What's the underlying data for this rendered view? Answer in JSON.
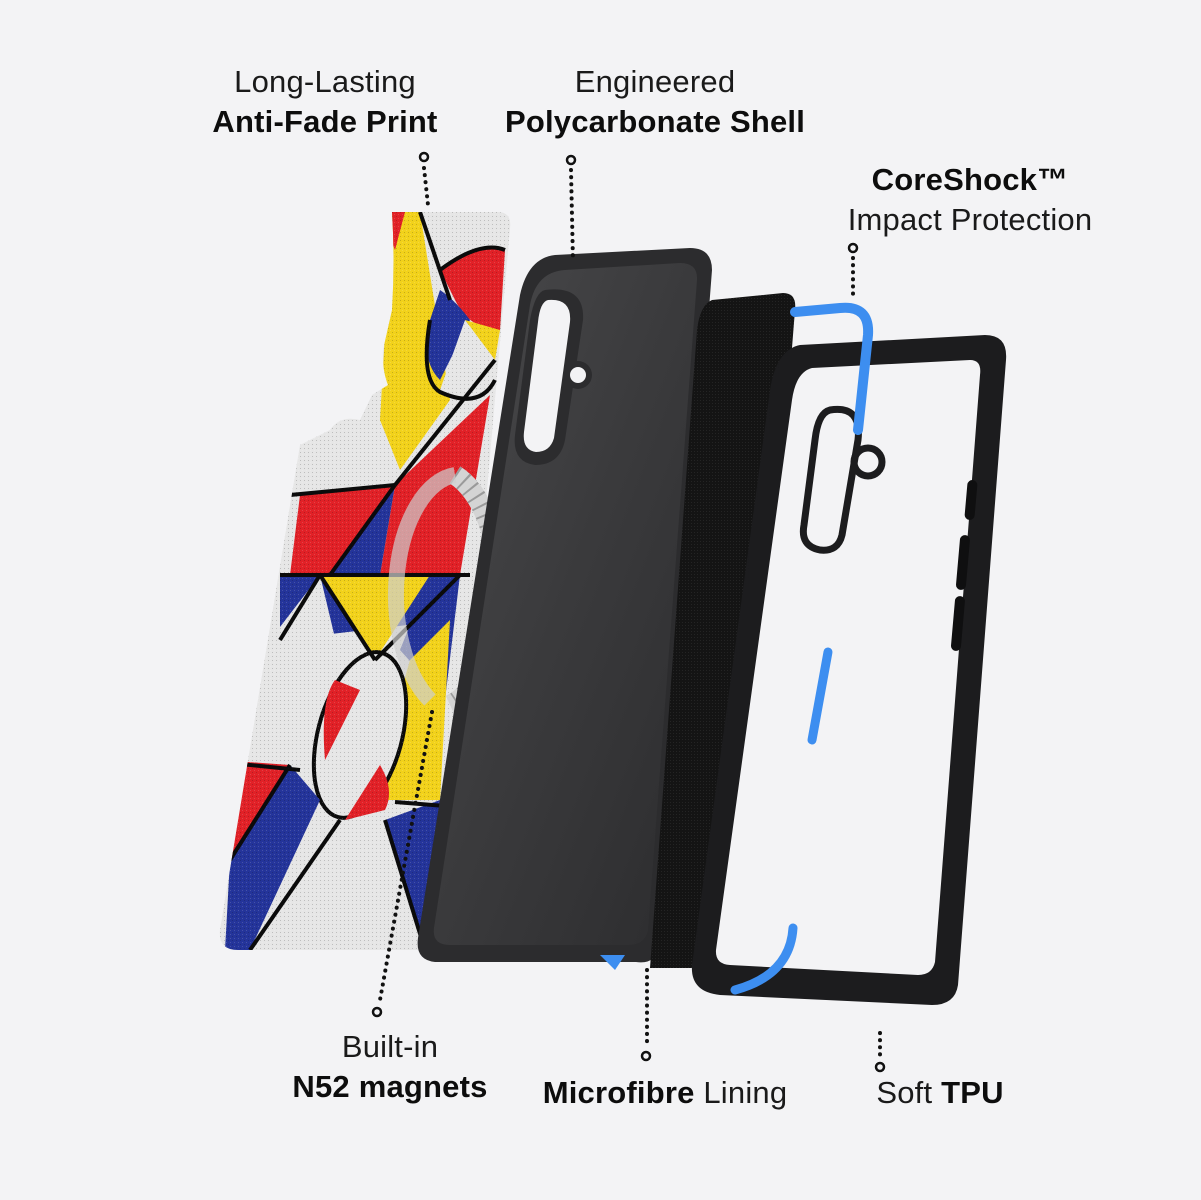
{
  "background_color": "#f3f3f5",
  "colors": {
    "print_red": "#e12127",
    "print_yellow": "#f2d21b",
    "print_blue": "#24349a",
    "print_white": "#e6e6e6",
    "outline": "#0b0b0b",
    "shell_gray": "#3a3a3c",
    "lining_black": "#141414",
    "tpu_black": "#1c1c1e",
    "coreshock_blue": "#3d8ef0",
    "magnet_silver": "#cfcfcf"
  },
  "callouts": {
    "anti_fade": {
      "line1": "Long-Lasting",
      "line2": "Anti-Fade Print",
      "component": "printed back panel"
    },
    "polycarbonate": {
      "line1": "Engineered",
      "line2": "Polycarbonate Shell",
      "component": "polycarbonate shell"
    },
    "coreshock": {
      "line1": "CoreShock™",
      "line2": "Impact Protection",
      "component": "blue shock absorbers"
    },
    "magnets": {
      "line1": "Built-in",
      "line2": "N52 magnets",
      "component": "magnet ring"
    },
    "microfibre": {
      "bold": "Microfibre",
      "light": " Lining",
      "component": "microfibre lining"
    },
    "tpu": {
      "light": "Soft ",
      "bold": "TPU",
      "component": "TPU bumper frame"
    }
  }
}
